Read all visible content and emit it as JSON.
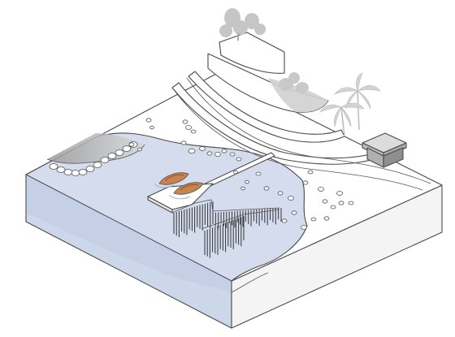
{
  "scene": {
    "land_color": "#ffffff",
    "water_color": "#d4dced",
    "water_dark_color": "#c3cde3",
    "outline_color": "#4a4a4a",
    "shade_color": "#c8c8c8",
    "tree_color": "#bdbdbd",
    "wood_color": "#c8834e",
    "boat_count": 2,
    "elements": [
      "island-block",
      "sea-water",
      "beach",
      "terraced-hill",
      "palm-trees",
      "jetty",
      "boats",
      "stilt-fence",
      "rock-breakwater",
      "hut"
    ]
  }
}
